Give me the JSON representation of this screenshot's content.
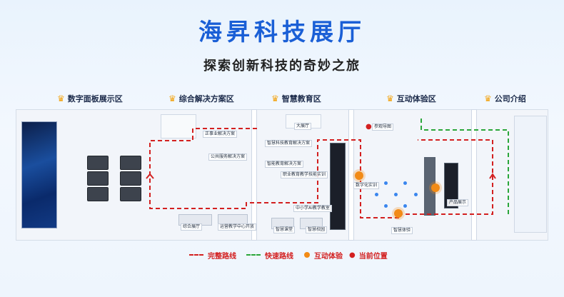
{
  "header": {
    "title": "海昇科技展厅",
    "subtitle": "探索创新科技的奇妙之旅"
  },
  "zones": [
    {
      "label": "数字面板展示区"
    },
    {
      "label": "综合解决方案区"
    },
    {
      "label": "智慧教育区"
    },
    {
      "label": "互动体验区"
    },
    {
      "label": "公司介绍"
    }
  ],
  "map_labels": {
    "zhengwu": "正事业解决方案",
    "gonggong": "公共服务解决方案",
    "zhihui_jiaoyu": "智慧科技教育解决方案",
    "zhineng_jiaoyu": "智能教育解决方案",
    "zhiye": "职业教育教学技能实训",
    "xiaozhong": "中小学AI教学教室",
    "shuzi_shixun": "数字化实训",
    "zhihui_ketang": "智慧课堂",
    "zhihui_xiaoyuan": "智慧校园",
    "zonghe_zhanting": "综合展厅",
    "shuzi_kaifang": "运营教学中心开放",
    "dahall": "大展厅",
    "canguan": "参观导图",
    "chanpin": "产品展示",
    "zhihui_tiyan": "智慧体验"
  },
  "legend": {
    "full_route": "完整路线",
    "fast_route": "快速路线",
    "interactive": "互动体验",
    "current": "当前位置"
  },
  "colors": {
    "title": "#1a5fd6",
    "route_full": "#d32020",
    "route_fast": "#2aa63a",
    "interactive": "#f28b16",
    "location": "#d32020"
  },
  "icons": [
    "crown-icon",
    "location-pin-icon"
  ]
}
